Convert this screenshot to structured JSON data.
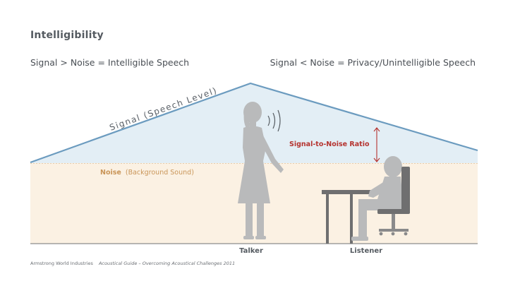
{
  "title": "Intelligibility",
  "subtitle_left": "Signal > Noise = Intelligible Speech",
  "subtitle_right": "Signal < Noise = Privacy/Unintelligible Speech",
  "signal_label": "Signal (Speech Level)",
  "snr_label": "Signal-to-Noise Ratio",
  "noise_label_main": "Noise",
  "noise_label_paren": "(Background Sound)",
  "talker_label": "Talker",
  "listener_label": "Listener",
  "footer_company": "Armstrong World Industries",
  "footer_guide": "Acoustical Guide – Overcoming Acoustical Challenges 2011",
  "colors": {
    "signal_fill": "#e3eef5",
    "signal_line": "#6b9bbf",
    "noise_fill": "#fbf1e3",
    "noise_line": "#d8a870",
    "snr_red": "#b5322e",
    "noise_text": "#c99558",
    "figure_gray": "#b9babb",
    "furniture_dark": "#6f6f70"
  }
}
